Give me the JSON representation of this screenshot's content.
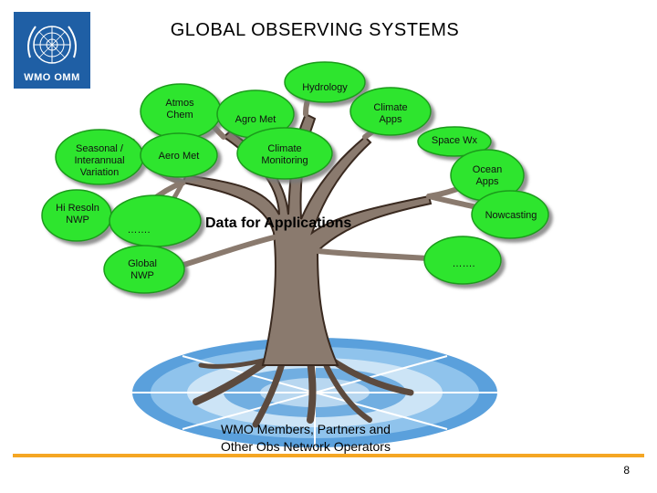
{
  "logo": {
    "text": "WMO OMM",
    "color": "#1f5fa5"
  },
  "slide": {
    "title": "GLOBAL OBSERVING  SYSTEMS",
    "page": "8"
  },
  "tree": {
    "headline": "Data for Applications",
    "footer_line1": "WMO Members, Partners and",
    "footer_line2": "Other Obs Network Operators",
    "leaves": [
      {
        "id": "hydrology",
        "text": "Hydrology"
      },
      {
        "id": "atmos-chem",
        "text": "Atmos\nChem"
      },
      {
        "id": "agro-met",
        "text": "Agro Met"
      },
      {
        "id": "climate-apps",
        "text": "Climate\nApps"
      },
      {
        "id": "seasonal",
        "text": "Seasonal /\nInterannual\nVariation"
      },
      {
        "id": "aero-met",
        "text": "Aero Met"
      },
      {
        "id": "climate-monitoring",
        "text": "Climate\nMonitoring"
      },
      {
        "id": "space-wx",
        "text": "Space Wx"
      },
      {
        "id": "ocean-apps",
        "text": "Ocean\nApps"
      },
      {
        "id": "hi-resoln",
        "text": "Hi Resoln\nNWP"
      },
      {
        "id": "dots-left",
        "text": "……."
      },
      {
        "id": "nowcasting",
        "text": "Nowcasting"
      },
      {
        "id": "global-nwp",
        "text": "Global\nNWP"
      },
      {
        "id": "dots-right",
        "text": "……."
      }
    ],
    "colors": {
      "foliage": "#2ee52e",
      "foliage_edge": "#1a9a1a",
      "trunk": "#8a7a6e",
      "trunk_edge": "#3a2a20",
      "accent_rule": "#f5a623"
    }
  }
}
